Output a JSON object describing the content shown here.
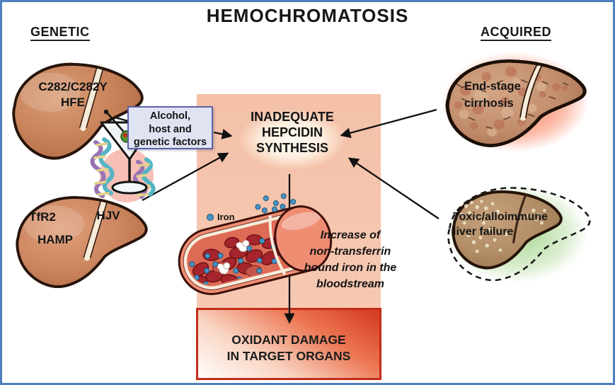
{
  "title": "HEMOCHROMATOSIS",
  "sections": {
    "genetic_label": "GENETIC",
    "acquired_label": "ACQUIRED"
  },
  "genetic": {
    "hfe_liver": {
      "line1": "C282/C282Y",
      "line2": "HFE"
    },
    "juvenile_liver": {
      "tfr2": "TfR2",
      "hamp": "HAMP",
      "hjv": "HJV"
    }
  },
  "cofactor_box": {
    "line1": "Alcohol,",
    "line2": "host and",
    "line3": "genetic factors"
  },
  "central_node": {
    "line1": "INADEQUATE",
    "line2": "HEPCIDIN",
    "line3": "SYNTHESIS"
  },
  "acquired": {
    "cirrhosis_liver": {
      "line1": "End-stage",
      "line2": "cirrhosis"
    },
    "toxic_liver": {
      "line1": "Toxic/alloimmune",
      "line2": "liver failure"
    }
  },
  "bloodstream": {
    "legend": "Iron",
    "lines": [
      "Increase of",
      "non-transferrin",
      "bound iron in the",
      "bloodstream"
    ]
  },
  "outcome_box": {
    "line1": "OXIDANT DAMAGE",
    "line2": "IN TARGET ORGANS"
  },
  "colors": {
    "frame_blue": "#4d80bd",
    "pathway_pink": "#f5c3ac",
    "outcome_red": "#d63f24",
    "cirrhosis_glow": "#f65c30",
    "toxic_glow": "#96cd78",
    "iron_blue": "#4694c4",
    "cofactor_border": "#5b61a8"
  }
}
